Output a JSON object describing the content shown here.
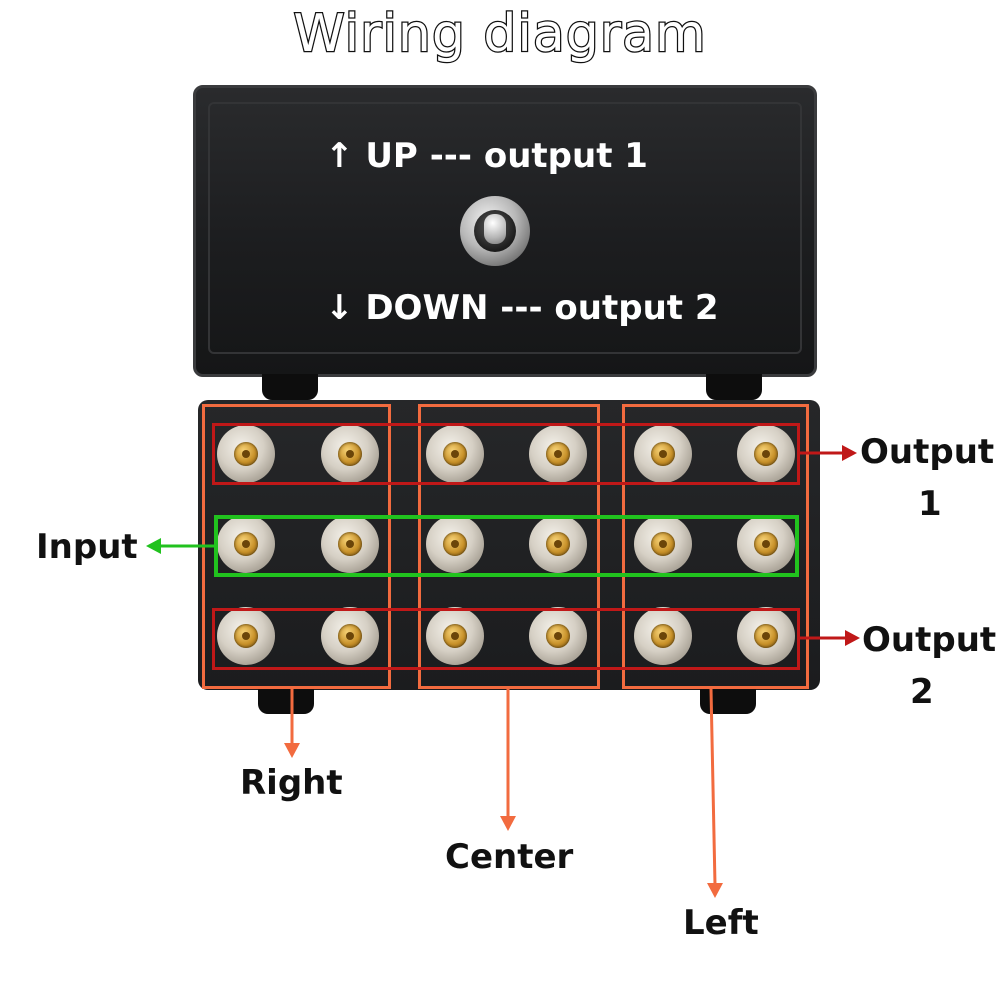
{
  "title": "Wiring diagram",
  "switch": {
    "up_text": "↑ UP --- output 1",
    "down_text": "↓ DOWN --- output 2"
  },
  "labels": {
    "input": "Input",
    "output1_line1": "Output",
    "output1_line2": "1",
    "output2_line1": "Output",
    "output2_line2": "2",
    "right": "Right",
    "center": "Center",
    "left": "Left"
  },
  "colors": {
    "channel_box": "#f26b3f",
    "output_box": "#c01818",
    "input_box": "#21c21e"
  }
}
